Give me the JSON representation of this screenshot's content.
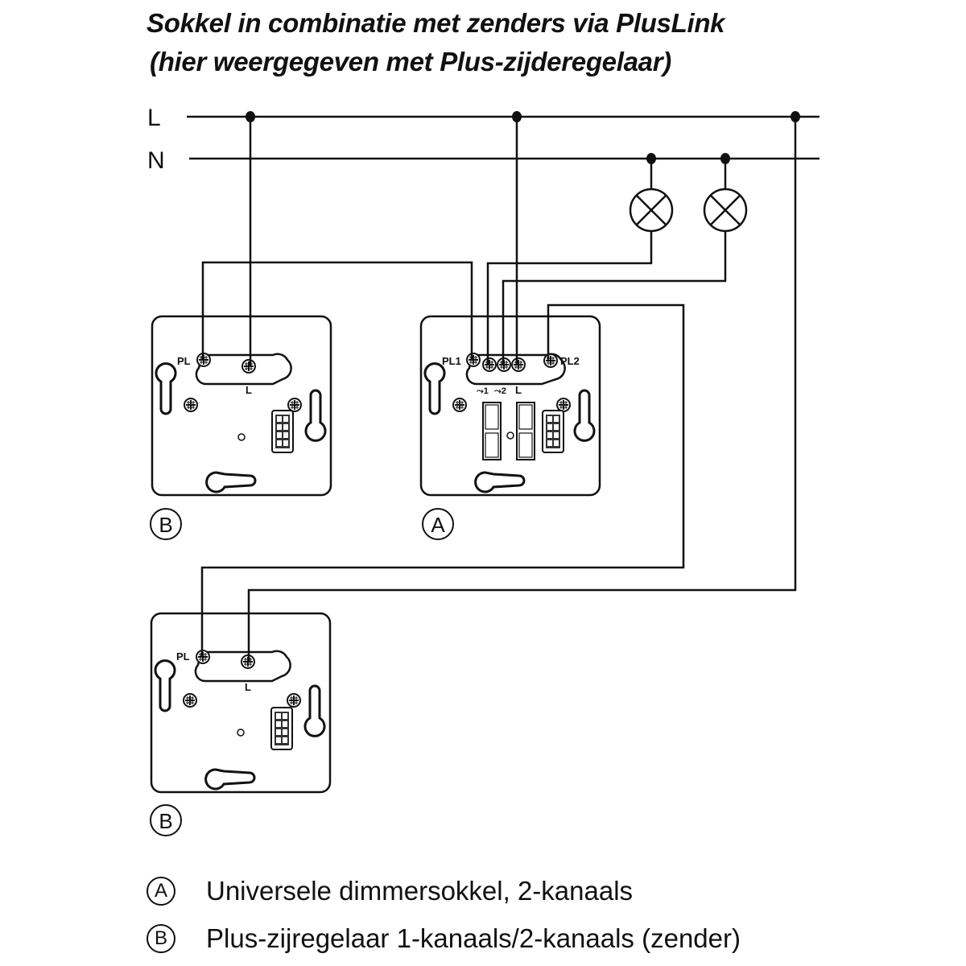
{
  "title": {
    "line1": "Sokkel in combinatie met zenders via PlusLink",
    "line2": "(hier weergegeven met Plus-zijderegelaar)"
  },
  "bus_labels": {
    "live": "L",
    "neutral": "N"
  },
  "devices": {
    "dimmer": {
      "marker": "A",
      "terminals": {
        "pl1": "PL1",
        "pl2": "PL2",
        "out1": "⤳1",
        "out2": "⤳2",
        "live": "L"
      }
    },
    "sender_top": {
      "marker": "B",
      "terminals": {
        "pl": "PL",
        "live": "L"
      }
    },
    "sender_bottom": {
      "marker": "B",
      "terminals": {
        "pl": "PL",
        "live": "L"
      }
    }
  },
  "loads": [
    {
      "name": "lamp-1",
      "symbol": "lamp"
    },
    {
      "name": "lamp-2",
      "symbol": "lamp"
    }
  ],
  "legend": [
    {
      "marker": "A",
      "text": "Universele dimmersokkel, 2-kanaals"
    },
    {
      "marker": "B",
      "text": "Plus-zijregelaar 1-kanaals/2-kanaals (zender)"
    }
  ]
}
